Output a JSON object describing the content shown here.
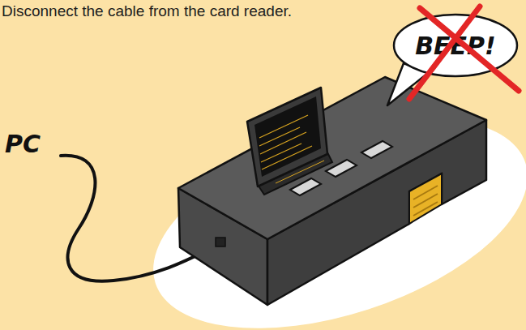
{
  "diagram": {
    "title": "Disconnect the cable from the card reader.",
    "nodes": [
      {
        "text": [
          "BEEP!"
        ]
      }
    ],
    "labels": [
      "PC"
    ]
  }
}
